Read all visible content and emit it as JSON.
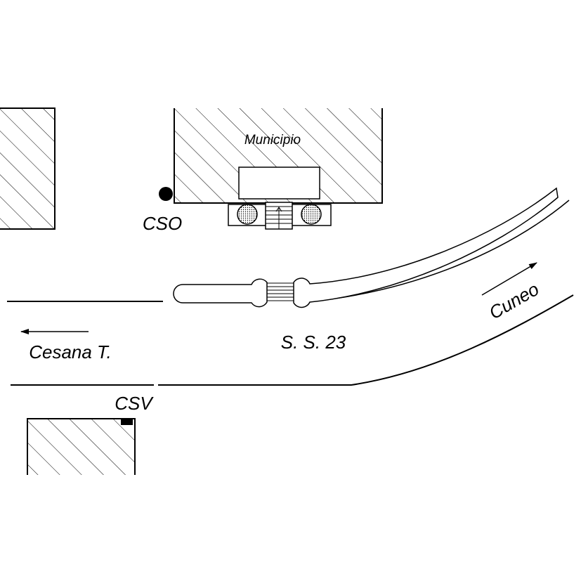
{
  "labels": {
    "municipio": "Municipio",
    "cso": "CSO",
    "csv": "CSV",
    "road": "S. S. 23",
    "west_direction": "Cesana T.",
    "east_direction": "Cuneo"
  },
  "colors": {
    "ink": "#000000",
    "paper": "#ffffff"
  },
  "markers": {
    "cso": "filled-circle-station",
    "csv": "filled-square-station"
  }
}
